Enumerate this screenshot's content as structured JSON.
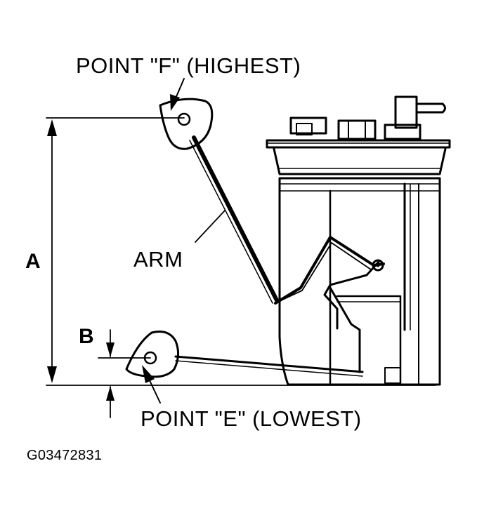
{
  "labels": {
    "point_f": "POINT \"F\" (HIGHEST)",
    "point_e": "POINT \"E\" (LOWEST)",
    "arm": "ARM",
    "dim_a": "A",
    "dim_b": "B",
    "figure_code": "G03472831"
  }
}
